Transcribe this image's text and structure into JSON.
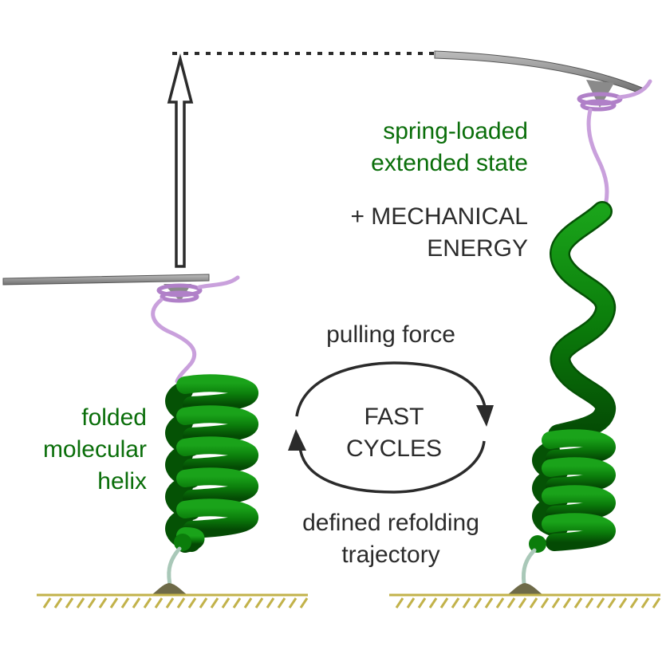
{
  "labels": {
    "left_state": [
      "folded",
      "molecular",
      "helix"
    ],
    "right_state": [
      "spring-loaded",
      "extended state"
    ],
    "energy": [
      "+ MECHANICAL",
      "ENERGY"
    ],
    "cycle_top": "pulling force",
    "cycle_center": [
      "FAST",
      "CYCLES"
    ],
    "cycle_bottom": [
      "defined refolding",
      "trajectory"
    ]
  },
  "colors": {
    "helix_green": "#0b7d0b",
    "helix_dark": "#055205",
    "linker_purple": "#c9a0dc",
    "cantilever_gray": "#9a9a9a",
    "surface_olive": "#c2b24a",
    "anchor_brown": "#6e6a48",
    "text_green": "#0a6e0a",
    "text_dark": "#2b2b2b"
  }
}
